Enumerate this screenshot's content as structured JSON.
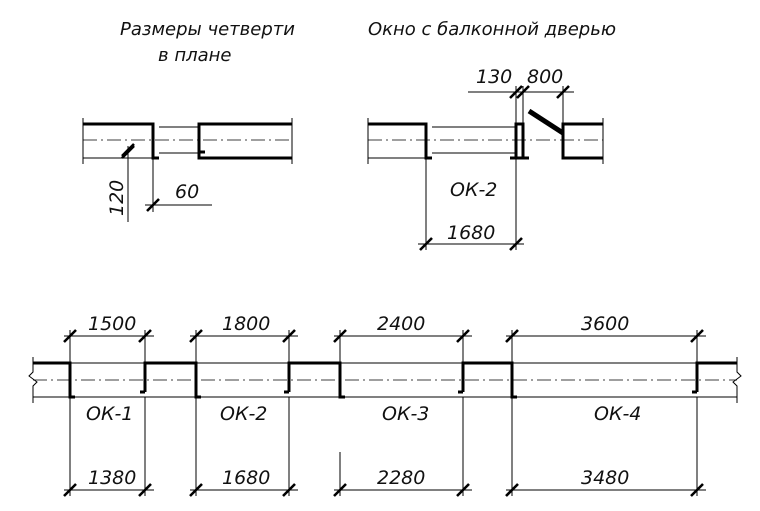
{
  "titles": {
    "quarter_line1": "Размеры четверти",
    "quarter_line2": "в плане",
    "balcony": "Окно с балконной дверью"
  },
  "quarter_detail": {
    "dim_depth": "120",
    "dim_width": "60"
  },
  "balcony_detail": {
    "dim_small": "130",
    "dim_door": "800",
    "window_label": "ОК-2",
    "dim_window": "1680"
  },
  "wall_plan": {
    "openings": [
      {
        "label": "ОК-1",
        "outer": "1500",
        "inner": "1380"
      },
      {
        "label": "ОК-2",
        "outer": "1800",
        "inner": "1680"
      },
      {
        "label": "ОК-3",
        "outer": "2400",
        "inner": "2280"
      },
      {
        "label": "ОК-4",
        "outer": "3600",
        "inner": "3480"
      }
    ]
  }
}
